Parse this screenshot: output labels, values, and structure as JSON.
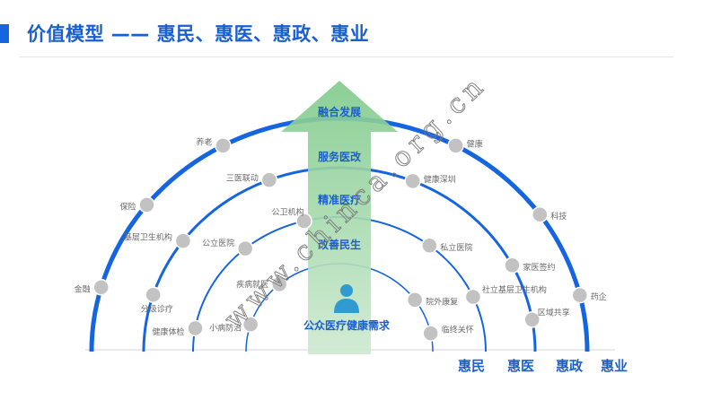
{
  "header": {
    "title": "价值模型 —— 惠民、惠医、惠政、惠业"
  },
  "arrow": {
    "levels": [
      "融合发展",
      "服务医改",
      "精准医疗",
      "改善民生"
    ],
    "base_label": "公众医疗健康需求",
    "person_icon": "person-icon"
  },
  "arcs": {
    "outer": {
      "left": [
        "养老",
        "保险",
        "金融"
      ],
      "right": [
        "健康",
        "科技",
        "药企"
      ]
    },
    "second": {
      "left": [
        "三医联动",
        "基层卫生机构",
        "分级诊疗"
      ],
      "right": [
        "健康深圳",
        "家医签约",
        "区域共享"
      ]
    },
    "third": {
      "left": [
        "公卫机构",
        "公立医院",
        "健康体检"
      ],
      "right": [
        "私立医院",
        "社立基层卫生机构"
      ]
    },
    "inner": {
      "left": [
        "疾病就医",
        "小病防治"
      ],
      "right": [
        "院外康复",
        "临终关怀"
      ]
    }
  },
  "bottom_labels": [
    "惠民",
    "惠医",
    "惠政",
    "惠业"
  ],
  "watermark": "www.chinca.org.cn",
  "colors": {
    "accent": "#1565e0",
    "arrow": "#a9d9b0",
    "node": "#c2c2c2",
    "label": "#6a6a6a"
  }
}
